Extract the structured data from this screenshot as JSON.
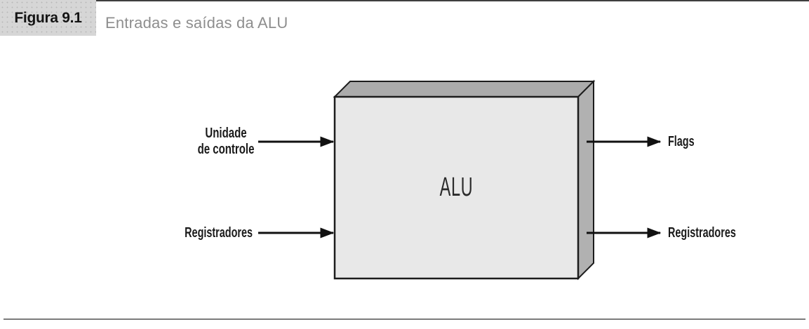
{
  "header": {
    "figure_label": "Figura 9.1",
    "figure_caption": "Entradas e saídas da ALU"
  },
  "diagram": {
    "box_label": "ALU",
    "inputs": [
      {
        "label": "Unidade\nde controle"
      },
      {
        "label": "Registradores"
      }
    ],
    "outputs": [
      {
        "label": "Flags"
      },
      {
        "label": "Registradores"
      }
    ]
  },
  "colors": {
    "box_front": "#e8e8e8",
    "box_top": "#ababab",
    "box_side": "#b1b1b1",
    "box_border": "#1c1c1c",
    "arrow": "#111111",
    "figure_label_bg": "#d6d6d6",
    "caption_text": "#8e8e8e",
    "header_rule": "#3e3e3e",
    "bottom_rule": "#7b7b7b"
  }
}
